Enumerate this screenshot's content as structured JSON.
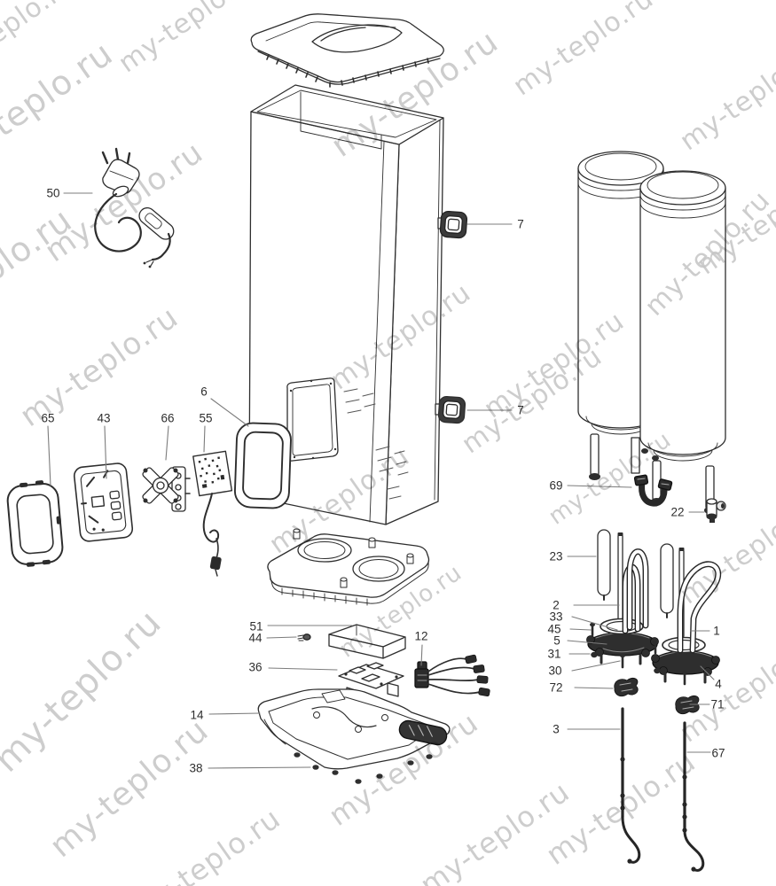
{
  "diagram": {
    "kind": "exploded parts diagram",
    "line_color": "#2e2e2e",
    "label_color": "#2e2e2e"
  },
  "watermark": {
    "text": "my-teplo.ru",
    "color": "#c5c5c5"
  },
  "labels": [
    {
      "id": "50"
    },
    {
      "id": "7"
    },
    {
      "id": "7"
    },
    {
      "id": "6"
    },
    {
      "id": "65"
    },
    {
      "id": "43"
    },
    {
      "id": "66"
    },
    {
      "id": "55"
    },
    {
      "id": "69"
    },
    {
      "id": "22"
    },
    {
      "id": "23"
    },
    {
      "id": "2"
    },
    {
      "id": "33"
    },
    {
      "id": "45"
    },
    {
      "id": "5"
    },
    {
      "id": "31"
    },
    {
      "id": "30"
    },
    {
      "id": "72"
    },
    {
      "id": "1"
    },
    {
      "id": "4"
    },
    {
      "id": "71"
    },
    {
      "id": "3"
    },
    {
      "id": "67"
    },
    {
      "id": "51"
    },
    {
      "id": "44"
    },
    {
      "id": "36"
    },
    {
      "id": "12"
    },
    {
      "id": "14"
    },
    {
      "id": "38"
    }
  ]
}
